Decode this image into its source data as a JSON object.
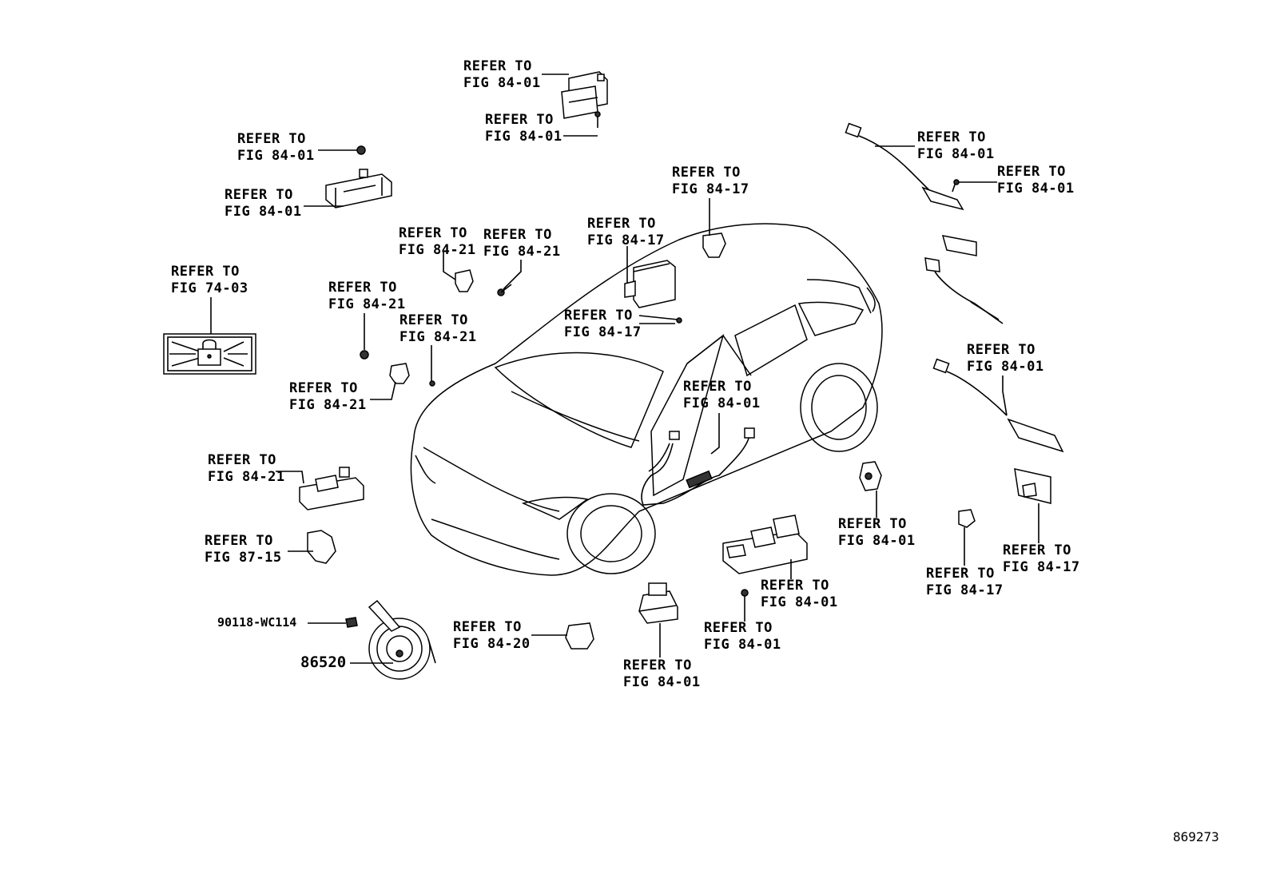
{
  "labels": [
    {
      "line1": "REFER TO",
      "line2": "FIG 84-01"
    },
    {
      "line1": "REFER TO",
      "line2": "FIG 84-01"
    },
    {
      "line1": "REFER TO",
      "line2": "FIG 84-01"
    },
    {
      "line1": "REFER TO",
      "line2": "FIG 84-01"
    },
    {
      "line1": "REFER TO",
      "line2": "FIG 84-17"
    },
    {
      "line1": "REFER TO",
      "line2": "FIG 84-01"
    },
    {
      "line1": "REFER TO",
      "line2": "FIG 84-01"
    },
    {
      "line1": "REFER TO",
      "line2": "FIG 84-21"
    },
    {
      "line1": "REFER TO",
      "line2": "FIG 84-21"
    },
    {
      "line1": "REFER TO",
      "line2": "FIG 84-17"
    },
    {
      "line1": "REFER TO",
      "line2": "FIG 74-03"
    },
    {
      "line1": "REFER TO",
      "line2": "FIG 84-21"
    },
    {
      "line1": "REFER TO",
      "line2": "FIG 84-17"
    },
    {
      "line1": "REFER TO",
      "line2": "FIG 84-21"
    },
    {
      "line1": "REFER TO",
      "line2": "FIG 84-01"
    },
    {
      "line1": "REFER TO",
      "line2": "FIG 84-21"
    },
    {
      "line1": "REFER TO",
      "line2": "FIG 84-01"
    },
    {
      "line1": "REFER TO",
      "line2": "FIG 84-21"
    },
    {
      "line1": "REFER TO",
      "line2": "FIG 84-01"
    },
    {
      "line1": "REFER TO",
      "line2": "FIG 87-15"
    },
    {
      "line1": "REFER TO",
      "line2": "FIG 84-17"
    },
    {
      "line1": "REFER TO",
      "line2": "FIG 84-01"
    },
    {
      "line1": "REFER TO",
      "line2": "FIG 84-17"
    },
    {
      "line1": "REFER TO",
      "line2": "FIG 84-20"
    },
    {
      "line1": "REFER TO",
      "line2": "FIG 84-01"
    },
    {
      "line1": "REFER TO",
      "line2": "FIG 84-01"
    }
  ],
  "part_numbers": {
    "bolt": "90118-WC114",
    "horn": "86520",
    "illustration_id": "869273"
  }
}
